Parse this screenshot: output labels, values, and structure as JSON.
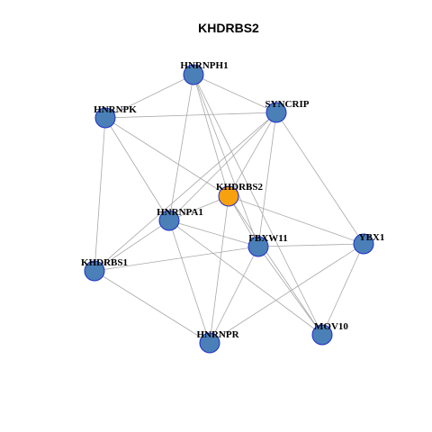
{
  "network": {
    "title": "KHDRBS2",
    "colors": {
      "hub": "#f8a10f",
      "node": "#4a7fb8",
      "node_border": "#1f2fc8",
      "edge": "#a9a9a9"
    },
    "nodes": [
      {
        "id": "HNRNPH1",
        "label": "HNRNPH1",
        "role": "node"
      },
      {
        "id": "HNRNPK",
        "label": "HNRNPK",
        "role": "node"
      },
      {
        "id": "SYNCRIP",
        "label": "SYNCRIP",
        "role": "node"
      },
      {
        "id": "KHDRBS2",
        "label": "KHDRBS2",
        "role": "hub"
      },
      {
        "id": "HNRNPA1",
        "label": "HNRNPA1",
        "role": "node"
      },
      {
        "id": "FBXW11",
        "label": "FBXW11",
        "role": "node"
      },
      {
        "id": "YBX1",
        "label": "YBX1",
        "role": "node"
      },
      {
        "id": "KHDRBS1",
        "label": "KHDRBS1",
        "role": "node"
      },
      {
        "id": "MOV10",
        "label": "MOV10",
        "role": "node"
      },
      {
        "id": "HNRNPR",
        "label": "HNRNPR",
        "role": "node"
      }
    ],
    "edges": [
      [
        "HNRNPH1",
        "HNRNPK"
      ],
      [
        "HNRNPH1",
        "SYNCRIP"
      ],
      [
        "HNRNPH1",
        "KHDRBS2"
      ],
      [
        "HNRNPH1",
        "HNRNPA1"
      ],
      [
        "HNRNPH1",
        "FBXW11"
      ],
      [
        "HNRNPH1",
        "MOV10"
      ],
      [
        "HNRNPK",
        "SYNCRIP"
      ],
      [
        "HNRNPK",
        "KHDRBS2"
      ],
      [
        "HNRNPK",
        "HNRNPA1"
      ],
      [
        "HNRNPK",
        "KHDRBS1"
      ],
      [
        "SYNCRIP",
        "KHDRBS2"
      ],
      [
        "SYNCRIP",
        "HNRNPA1"
      ],
      [
        "SYNCRIP",
        "FBXW11"
      ],
      [
        "SYNCRIP",
        "YBX1"
      ],
      [
        "SYNCRIP",
        "KHDRBS1"
      ],
      [
        "KHDRBS2",
        "HNRNPA1"
      ],
      [
        "KHDRBS2",
        "FBXW11"
      ],
      [
        "KHDRBS2",
        "YBX1"
      ],
      [
        "KHDRBS2",
        "HNRNPR"
      ],
      [
        "KHDRBS2",
        "MOV10"
      ],
      [
        "HNRNPA1",
        "FBXW11"
      ],
      [
        "HNRNPA1",
        "KHDRBS1"
      ],
      [
        "HNRNPA1",
        "HNRNPR"
      ],
      [
        "HNRNPA1",
        "MOV10"
      ],
      [
        "FBXW11",
        "YBX1"
      ],
      [
        "FBXW11",
        "KHDRBS1"
      ],
      [
        "FBXW11",
        "HNRNPR"
      ],
      [
        "FBXW11",
        "MOV10"
      ],
      [
        "YBX1",
        "MOV10"
      ],
      [
        "YBX1",
        "HNRNPR"
      ],
      [
        "KHDRBS1",
        "HNRNPR"
      ]
    ]
  }
}
